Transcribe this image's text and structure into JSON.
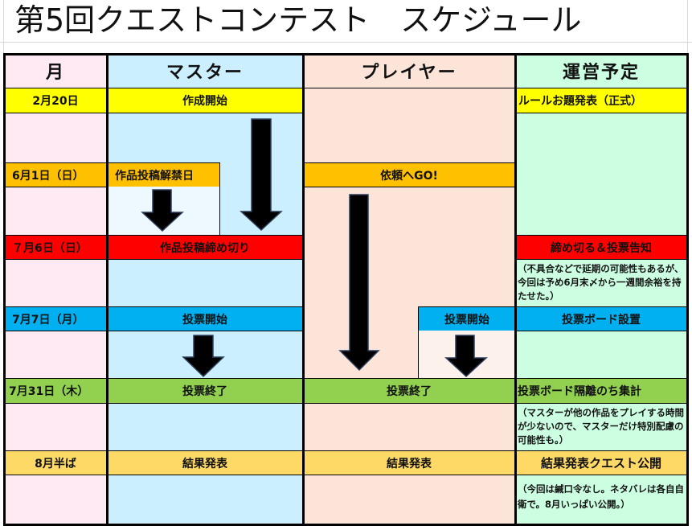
{
  "title": "第5回クエストコンテスト　スケジュール",
  "colors": {
    "month_bg": "#ffeaf4",
    "master_bg": "#ccefff",
    "player_bg": "#fde4d8",
    "ops_bg": "#ccffe2",
    "yellow": "#ffff00",
    "orange": "#ffc000",
    "red": "#ff0000",
    "blue": "#00b0f0",
    "green": "#92d050",
    "light_orange": "#ffd966",
    "pale_blue": "#eef9ff",
    "pale_peach": "#fdf1ec"
  },
  "headers": {
    "month": "月",
    "master": "マスター",
    "player": "プレイヤー",
    "ops": "運営予定"
  },
  "rows": {
    "r1": {
      "month": "2月20日",
      "master": "作成開始",
      "ops": "ルールお題発表（正式）"
    },
    "r3": {
      "month": "6月1日（日）",
      "master": "作品投稿解禁日",
      "player": "依頼へGO!"
    },
    "r5": {
      "month": "７月6日（日）",
      "master": "作品投稿締め切り",
      "ops": "締め切る＆投票告知"
    },
    "r6": {
      "ops_note": "（不具合などで延期の可能性もあるが、今回は予め6月末〆から一週間余裕を持たせた。）"
    },
    "r7": {
      "month": "7月7日（月）",
      "master": "投票開始",
      "player": "投票開始",
      "ops": "投票ボード設置"
    },
    "r9": {
      "month": "7月31日（木）",
      "master": "投票終了",
      "player": "投票終了",
      "ops": "投票ボード隔離のち集計"
    },
    "r10": {
      "ops_note": "（マスターが他の作品をプレイする時間が少ないので、マスターだけ特別配慮の可能性も。）"
    },
    "r11": {
      "month": "8月半ば",
      "master": "結果発表",
      "player": "結果発表",
      "ops": "結果発表クエスト公開"
    },
    "r12": {
      "ops_note": "（今回は緘口令なし。ネタバレは各自自衛で。8月いっぱい公開。）"
    }
  },
  "arrows": [
    {
      "name": "master-creation-arrow",
      "icon": "arrow-down-icon"
    },
    {
      "name": "master-posting-arrow",
      "icon": "arrow-down-icon"
    },
    {
      "name": "player-request-arrow",
      "icon": "arrow-down-icon"
    },
    {
      "name": "master-voting-arrow",
      "icon": "arrow-down-icon"
    },
    {
      "name": "player-voting-arrow",
      "icon": "arrow-down-icon"
    }
  ]
}
